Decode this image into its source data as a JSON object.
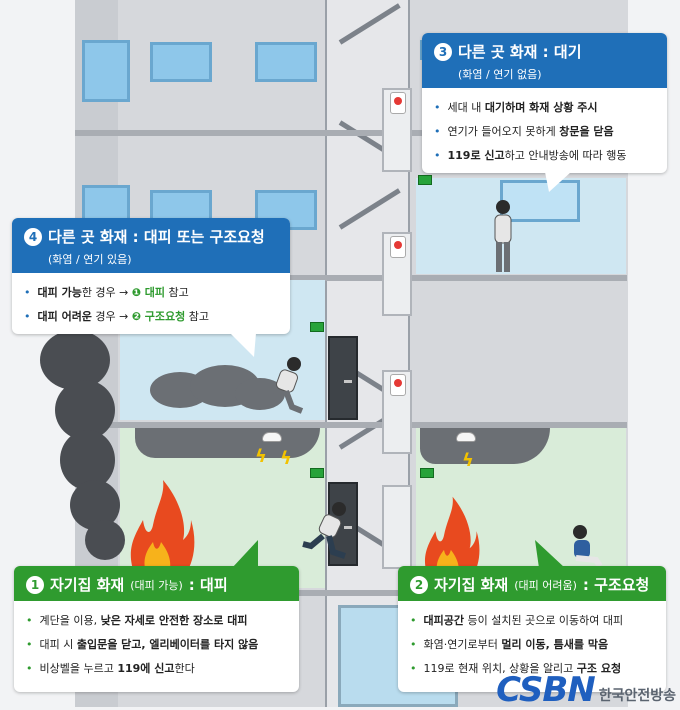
{
  "card3": {
    "num": "3",
    "title": "다른 곳 화재 : 대기",
    "condition": "(화염 / 연기 없음)",
    "items": [
      {
        "plain_a": "세대 내 ",
        "bold": "대기하며 화재 상황 주시",
        "plain_b": ""
      },
      {
        "plain_a": "연기가 들어오지 못하게 ",
        "bold": "창문을 닫음",
        "plain_b": ""
      },
      {
        "plain_a": "",
        "bold": "119로 신고",
        "plain_b": "하고 안내방송에 따라 행동"
      }
    ]
  },
  "card4": {
    "num": "4",
    "title": "다른 곳 화재 : 대피 또는 구조요청",
    "condition": "(화염 / 연기 있음)",
    "items": [
      {
        "bold": "대피 가능",
        "plain_a": "한 경우 → ",
        "gnum": "❶",
        "gbold": "대피",
        "plain_b": " 참고"
      },
      {
        "bold": "대피 어려운",
        "plain_a": " 경우 → ",
        "gnum": "❷",
        "gbold": "구조요청",
        "plain_b": " 참고"
      }
    ]
  },
  "card1": {
    "num": "1",
    "title_a": "자기집 화재",
    "title_sub": "(대피 가능)",
    "title_b": ": 대피",
    "items": [
      {
        "plain_a": "계단을 이용, ",
        "bold": "낮은 자세로 안전한 장소로 대피",
        "plain_b": ""
      },
      {
        "plain_a": "대피 시 ",
        "bold": "출입문을 닫고, 엘리베이터를 타지 않음",
        "plain_b": ""
      },
      {
        "plain_a": "비상벨을 누르고 ",
        "bold": "119에 신고",
        "plain_b": "한다"
      }
    ]
  },
  "card2": {
    "num": "2",
    "title_a": "자기집 화재",
    "title_sub": "(대피 어려움)",
    "title_b": ": 구조요청",
    "items": [
      {
        "plain_a": "",
        "bold": "대피공간",
        "plain_b": " 등이 설치된 곳으로 이동하여 대피"
      },
      {
        "plain_a": "화염·연기로부터 ",
        "bold": "멀리 이동, 틈새를 막음",
        "plain_b": ""
      },
      {
        "plain_a": "119로 현재 위치, 상황을 알리고 ",
        "bold": "구조 요청",
        "plain_b": ""
      }
    ]
  },
  "logo": {
    "mark": "CSBN",
    "name": "한국안전방송"
  },
  "colors": {
    "blue": "#1f6fb8",
    "green": "#2f9b2f",
    "fire": "#e84a1f",
    "smoke": "#4a4d52"
  }
}
